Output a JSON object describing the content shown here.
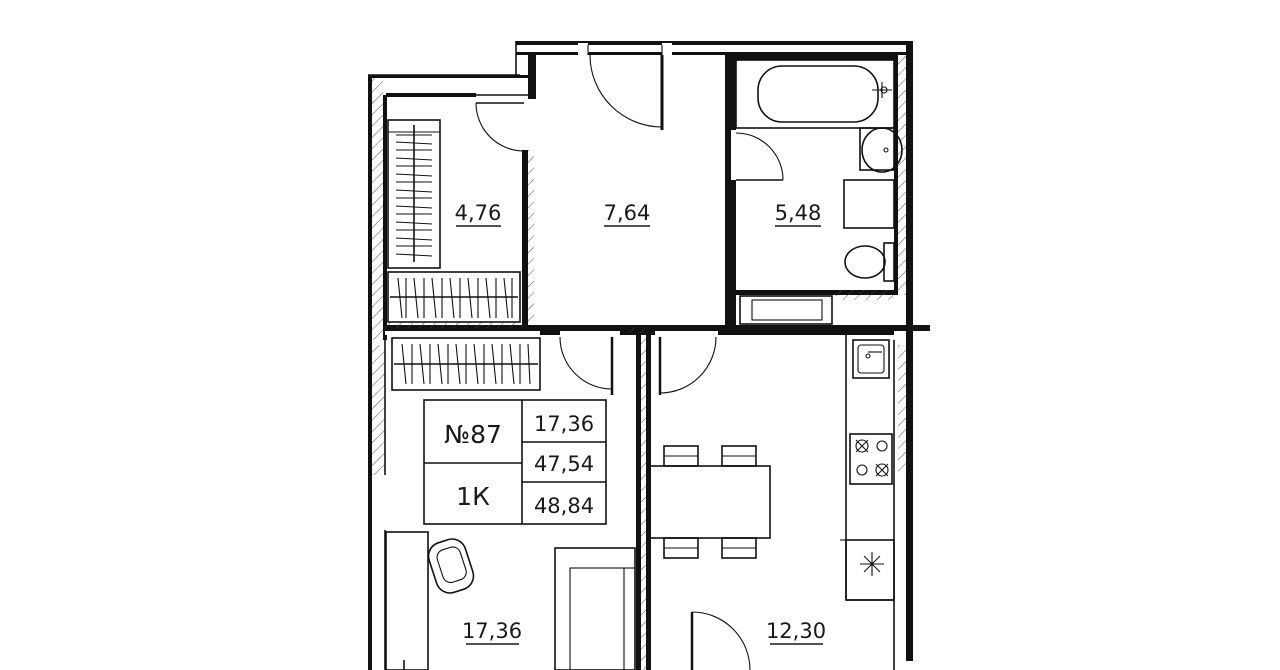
{
  "apartment": {
    "number": "№87",
    "type": "1К",
    "areas": [
      "17,36",
      "47,54",
      "48,84"
    ]
  },
  "rooms": [
    {
      "id": "storage",
      "area": "4,76"
    },
    {
      "id": "hallway",
      "area": "7,64"
    },
    {
      "id": "bathroom",
      "area": "5,48"
    },
    {
      "id": "living-room",
      "area": "17,36"
    },
    {
      "id": "kitchen",
      "area": "12,30"
    }
  ],
  "colors": {
    "line": "#111111",
    "background": "#ffffff"
  }
}
